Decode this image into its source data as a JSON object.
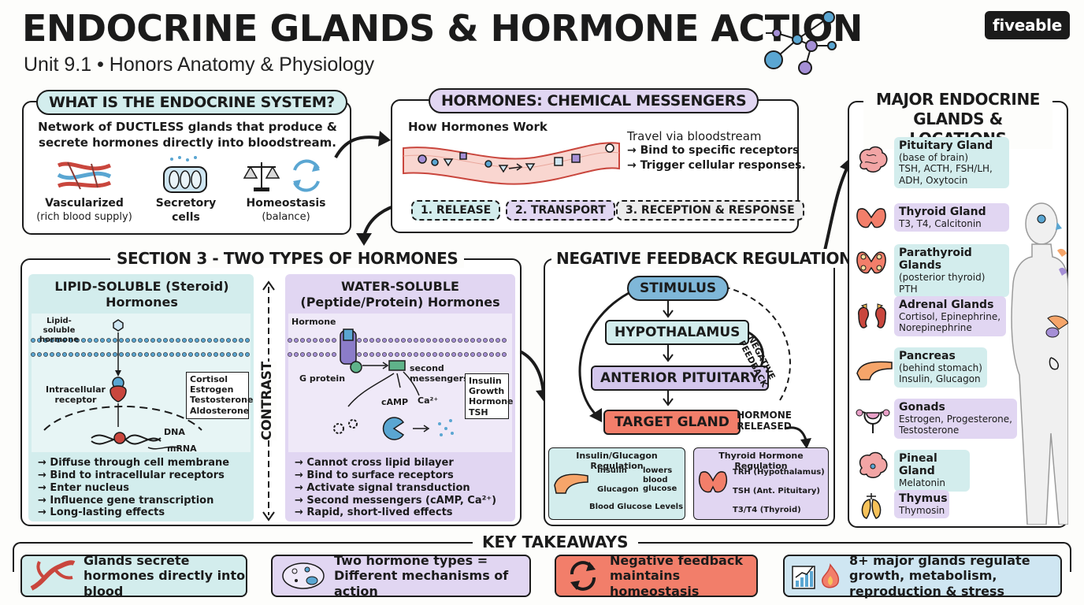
{
  "header": {
    "title": "ENDOCRINE GLANDS & HORMONE ACTION",
    "subtitle": "Unit 9.1 • Honors Anatomy & Physiology",
    "brand": "fiveable"
  },
  "colors": {
    "teal": "#d3eded",
    "purple": "#e1d6f2",
    "salmon": "#f27e6a",
    "blue": "#cfe6f2",
    "red": "#c9463d"
  },
  "what_is": {
    "title": "WHAT IS THE ENDOCRINE SYSTEM?",
    "description": "Network of DUCTLESS glands that produce & secrete hormones directly into bloodstream.",
    "features": [
      {
        "label": "Vascularized",
        "sub": "(rich blood supply)",
        "icon": "blood-vessels-icon"
      },
      {
        "label": "Secretory cells",
        "sub": "",
        "icon": "secretory-cells-icon"
      },
      {
        "label": "Homeostasis",
        "sub": "(balance)",
        "icon": "balance-scale-icon"
      }
    ]
  },
  "hormones": {
    "title": "HORMONES: CHEMICAL MESSENGERS",
    "how_title": "How Hormones Work",
    "travel": "Travel via bloodstream",
    "steps_text": [
      "→ Bind to specific receptors",
      "→ Trigger cellular responses."
    ],
    "stages": [
      {
        "label": "1. RELEASE"
      },
      {
        "label": "2. TRANSPORT"
      },
      {
        "label": "3. RECEPTION & RESPONSE"
      }
    ]
  },
  "section3": {
    "title": "SECTION 3 - TWO TYPES OF HORMONES",
    "contrast_label": "CONTRAST",
    "lipid": {
      "title": "LIPID-SOLUBLE (Steroid) Hormones",
      "hormone_label": "Lipid-soluble hormone",
      "receptor_label": "Intracellular receptor",
      "dna_label": "DNA",
      "mrna_label": "mRNA",
      "examples": [
        "Cortisol",
        "Estrogen",
        "Testosterone",
        "Aldosterone"
      ],
      "bullets": [
        "→ Diffuse through cell membrane",
        "→ Bind to intracellular receptors",
        "→ Enter nucleus",
        "→ Influence gene transcription",
        "→ Long-lasting effects"
      ]
    },
    "water": {
      "title": "WATER-SOLUBLE (Peptide/Protein) Hormones",
      "hormone_label": "Hormone",
      "g_protein_label": "G protein",
      "second_messengers_label": "second messengers",
      "camp_label": "cAMP",
      "ca_label": "Ca²⁺",
      "examples": [
        "Insulin",
        "Growth Hormone",
        "TSH"
      ],
      "bullets": [
        "→ Cannot cross lipid bilayer",
        "→ Bind to surface receptors",
        "→ Activate signal transduction",
        "→ Second messengers (cAMP, Ca²⁺)",
        "→ Rapid, short-lived effects"
      ]
    }
  },
  "feedback": {
    "title": "NEGATIVE FEEDBACK REGULATION",
    "stimulus": "STIMULUS",
    "hypothalamus": "HYPOTHALAMUS",
    "pituitary": "ANTERIOR PITUITARY",
    "target": "TARGET GLAND",
    "released": "HORMONE RELEASED",
    "loop_label": "NEGATIVE FEEDBACK",
    "insulin_box": {
      "title": "Insulin/Glucagon Regulation",
      "insulin": "Insulin",
      "glucagon": "Glucagon",
      "lowers": "lowers blood glucose",
      "levels": "Blood Glucose Levels"
    },
    "thyroid_box": {
      "title": "Thyroid Hormone Regulation",
      "trh": "TRH (Hypothalamus)",
      "tsh": "TSH (Ant. Pituitary)",
      "t3t4": "T3/T4 (Thyroid)"
    }
  },
  "glands": {
    "title": "MAJOR ENDOCRINE GLANDS & LOCATIONS",
    "items": [
      {
        "name": "Pituitary Gland",
        "detail": "(base of brain)\nTSH, ACTH, FSH/LH,\nADH, Oxytocin",
        "icon": "brain-icon"
      },
      {
        "name": "Thyroid Gland",
        "detail": "T3, T4, Calcitonin",
        "icon": "thyroid-icon"
      },
      {
        "name": "Parathyroid Glands",
        "detail": "(posterior thyroid)\nPTH",
        "icon": "parathyroid-icon"
      },
      {
        "name": "Adrenal Glands",
        "detail": "Cortisol, Epinephrine,\nNorepinephrine",
        "icon": "kidney-icon"
      },
      {
        "name": "Pancreas",
        "detail": "(behind stomach)\nInsulin, Glucagon",
        "icon": "pancreas-icon"
      },
      {
        "name": "Gonads",
        "detail": "Estrogen, Progesterone,\nTestosterone",
        "icon": "uterus-icon"
      },
      {
        "name": "Pineal Gland",
        "detail": "Melatonin",
        "icon": "pineal-brain-icon"
      },
      {
        "name": "Thymus",
        "detail": "Thymosin",
        "icon": "thymus-icon"
      }
    ]
  },
  "takeaways": {
    "title": "KEY TAKEAWAYS",
    "items": [
      {
        "text": "Glands secrete hormones directly into blood",
        "icon": "blood-vessel-icon"
      },
      {
        "text": "Two hormone types = Different mechanisms of action",
        "icon": "cell-icon"
      },
      {
        "text": "Negative feedback maintains homeostasis",
        "icon": "cycle-arrows-icon"
      },
      {
        "text": "8+ major glands regulate growth, metabolism, reproduction & stress",
        "icon": "growth-chart-icon"
      }
    ]
  }
}
